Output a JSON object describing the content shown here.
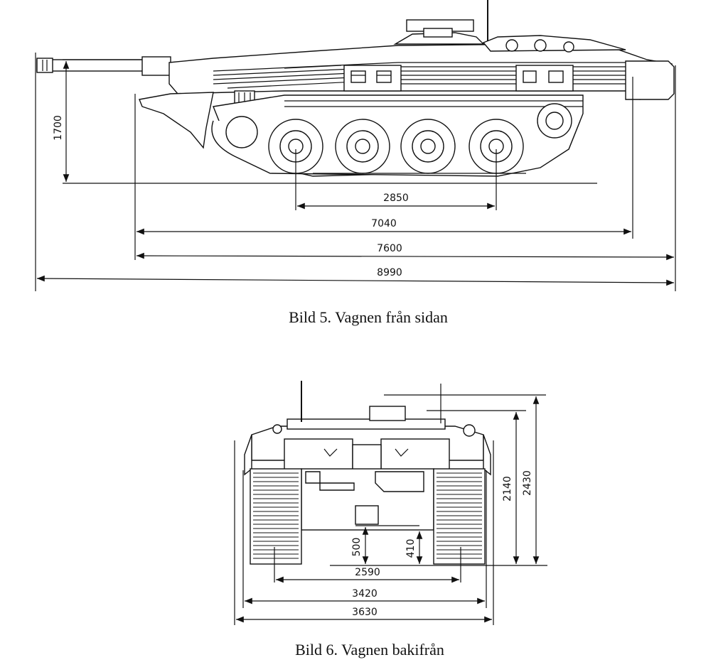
{
  "side_view": {
    "caption": "Bild 5. Vagnen från sidan",
    "dimensions": {
      "height": "1700",
      "wheelbase": "2850",
      "hull_length": "7040",
      "overall_length_no_gun": "7600",
      "overall_length": "8990"
    }
  },
  "rear_view": {
    "caption": "Bild 6. Vagnen bakifrån",
    "dimensions": {
      "ground_clearance_a": "500",
      "ground_clearance_b": "410",
      "track_center": "2590",
      "width_tracks": "3420",
      "overall_width": "3630",
      "hull_height": "2140",
      "overall_height": "2430"
    }
  }
}
